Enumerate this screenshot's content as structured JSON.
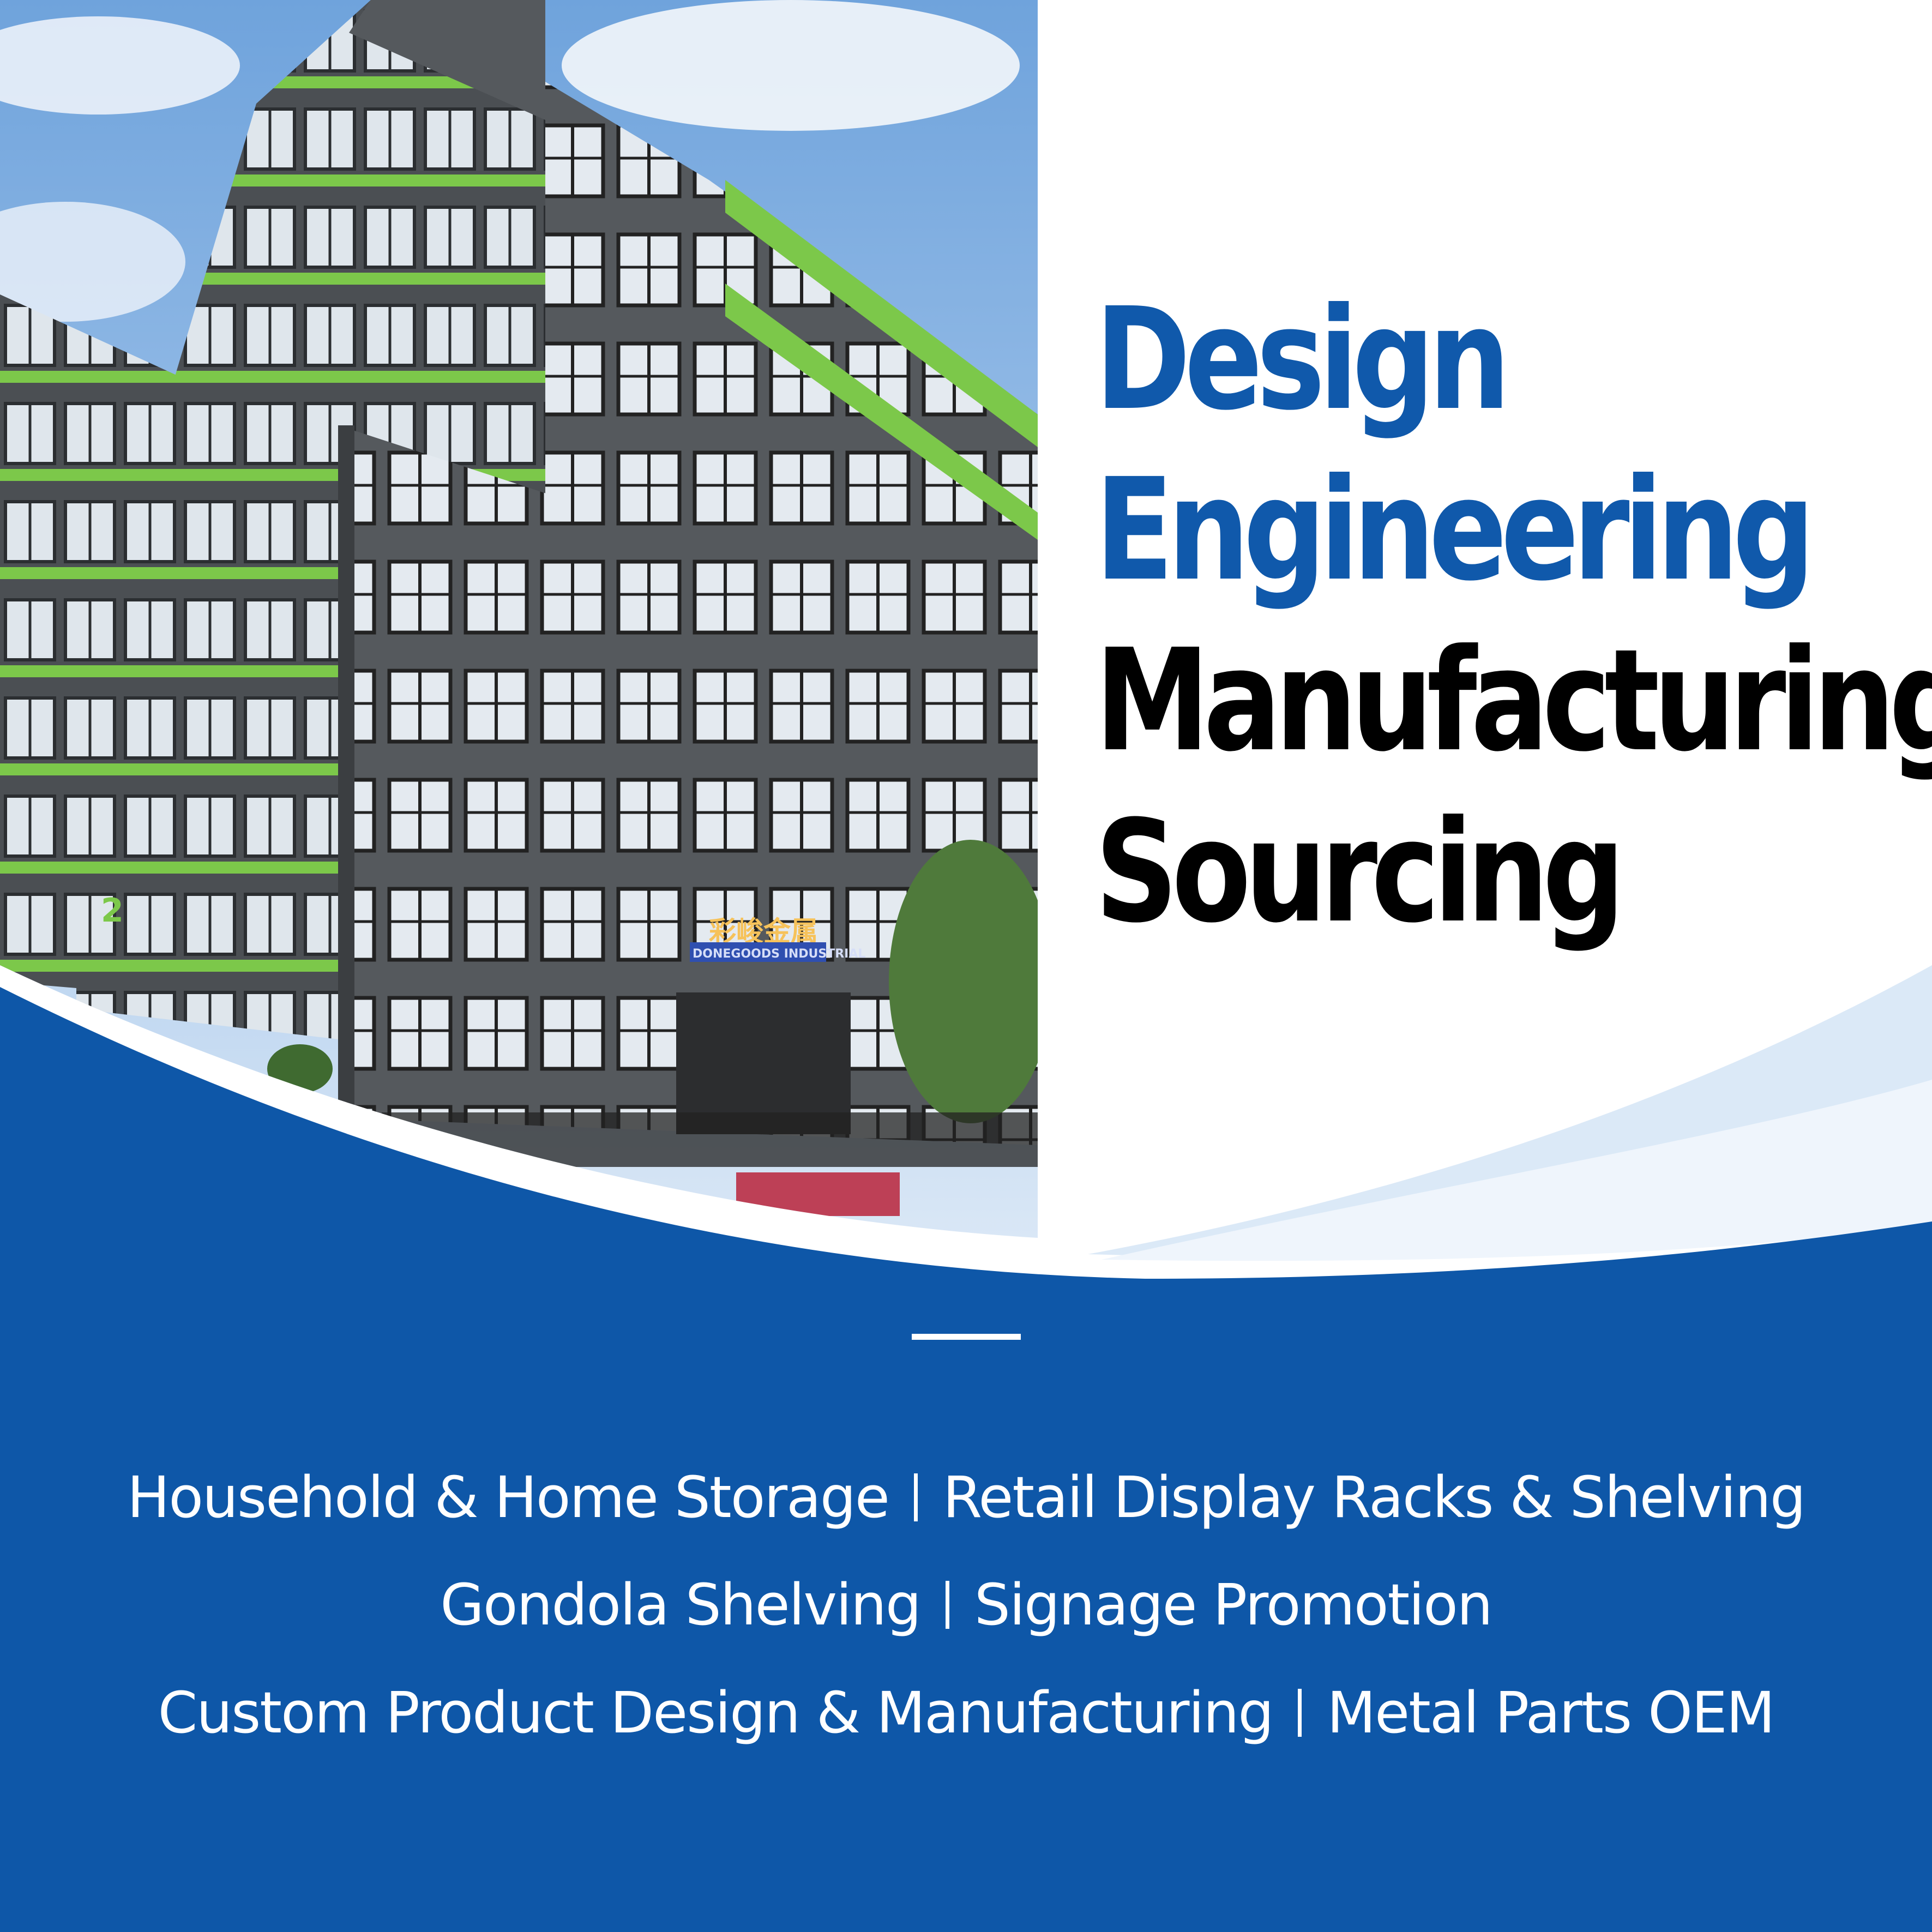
{
  "colors": {
    "brand_blue": "#0e57a8",
    "light_wave": "#dbe9f7",
    "pale_wave": "#eff5fc",
    "facade_green": "#7cc84a",
    "building_gray": "#505458"
  },
  "photo": {
    "sign_chinese": "彩峻金属",
    "sign_english": "DONEGOODS INDUSTRIAL",
    "building_number": "2"
  },
  "headings": [
    {
      "text": "Design",
      "color": "blue"
    },
    {
      "text": "Engineering",
      "color": "blue"
    },
    {
      "text": "Manufacturing",
      "color": "black"
    },
    {
      "text": "Sourcing",
      "color": "black"
    }
  ],
  "services": [
    [
      "Household & Home Storage",
      "Retail Display Racks & Shelving"
    ],
    [
      "Gondola Shelving",
      "Signage Promotion"
    ],
    [
      "Custom Product Design & Manufacturing",
      "Metal Parts OEM"
    ]
  ]
}
